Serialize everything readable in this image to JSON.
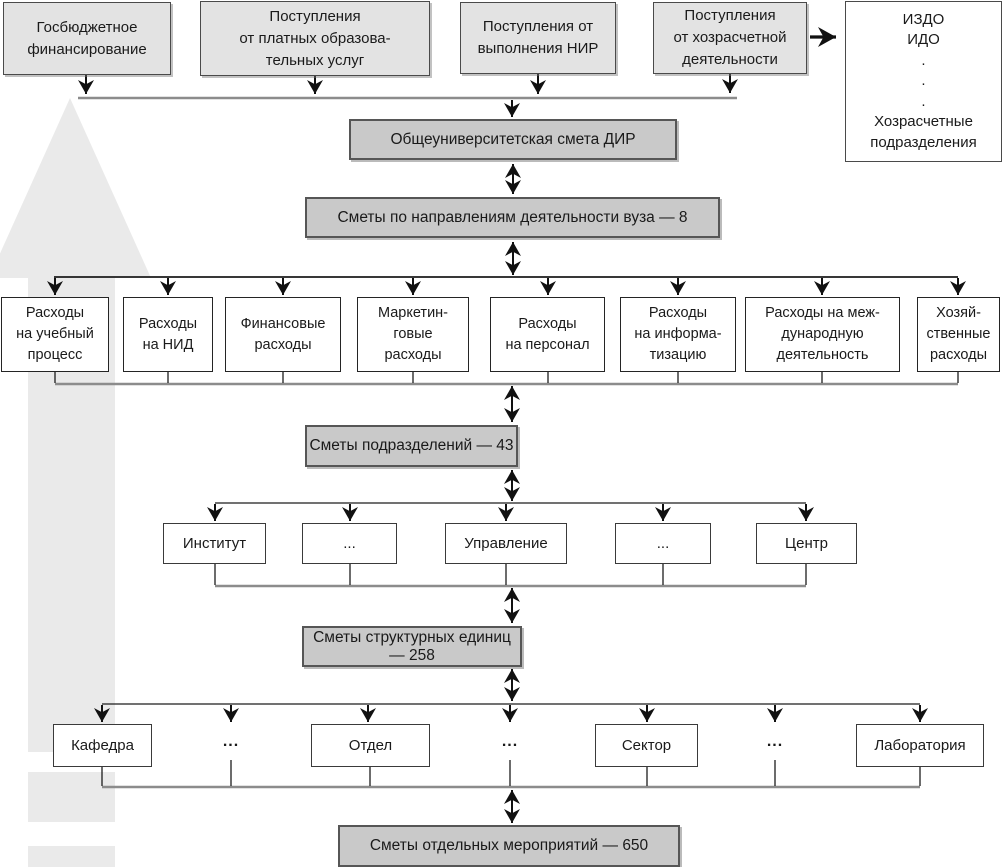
{
  "diagram": {
    "sources": [
      {
        "label": "Госбюджетное\nфинансирование"
      },
      {
        "label": "Поступления\nот платных образова-\nтельных услуг"
      },
      {
        "label": "Поступления от\nвыполнения НИР"
      },
      {
        "label": "Поступления\nот хозрасчетной\nдеятельности"
      }
    ],
    "self_financed_units": {
      "label": "ИЗДО\nИДО\n.\n.\n.\nХозрасчетные\nподразделения"
    },
    "levels": [
      {
        "label": "Общеуниверситетская смета ДИР"
      },
      {
        "label": "Сметы по направлениям деятельности вуза — 8"
      },
      {
        "label": "Сметы подразделений — 43"
      },
      {
        "label": "Сметы структурных единиц — 258"
      },
      {
        "label": "Сметы отдельных мероприятий — 650"
      }
    ],
    "expense_categories": [
      {
        "label": "Расходы\nна учебный\nпроцесс"
      },
      {
        "label": "Расходы\nна НИД"
      },
      {
        "label": "Финансовые\nрасходы"
      },
      {
        "label": "Маркетин-\nговые\nрасходы"
      },
      {
        "label": "Расходы\nна персонал"
      },
      {
        "label": "Расходы\nна информа-\nтизацию"
      },
      {
        "label": "Расходы на меж-\nдународную\nдеятельность"
      },
      {
        "label": "Хозяй-\nственные\nрасходы"
      }
    ],
    "divisions": [
      "Институт",
      "...",
      "Управление",
      "...",
      "Центр"
    ],
    "units": [
      "Кафедра",
      "...",
      "Отдел",
      "...",
      "Сектор",
      "...",
      "Лаборатория"
    ],
    "colors": {
      "level_box_fill": "#c9c9c9",
      "source_box_fill": "#e3e3e3",
      "background_arrow": "#eaeaea",
      "bus_line_gray": "#8c8c8c",
      "line_black": "#1c1c1c"
    }
  }
}
